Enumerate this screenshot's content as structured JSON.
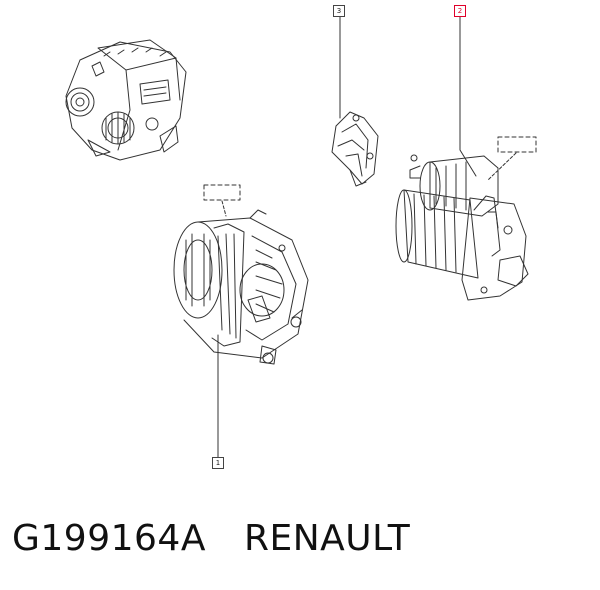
{
  "callouts": [
    {
      "id": "1",
      "label": "1",
      "selected": false
    },
    {
      "id": "2",
      "label": "2",
      "selected": true
    },
    {
      "id": "3",
      "label": "3",
      "selected": false
    }
  ],
  "caption": {
    "part_number": "G199164A",
    "brand": "RENAULT"
  },
  "colors": {
    "line": "#333333",
    "selected_callout": "#e0002a"
  },
  "icons": [
    "engine-block-icon",
    "alternator-icon",
    "starter-motor-icon",
    "bracket-icon"
  ]
}
